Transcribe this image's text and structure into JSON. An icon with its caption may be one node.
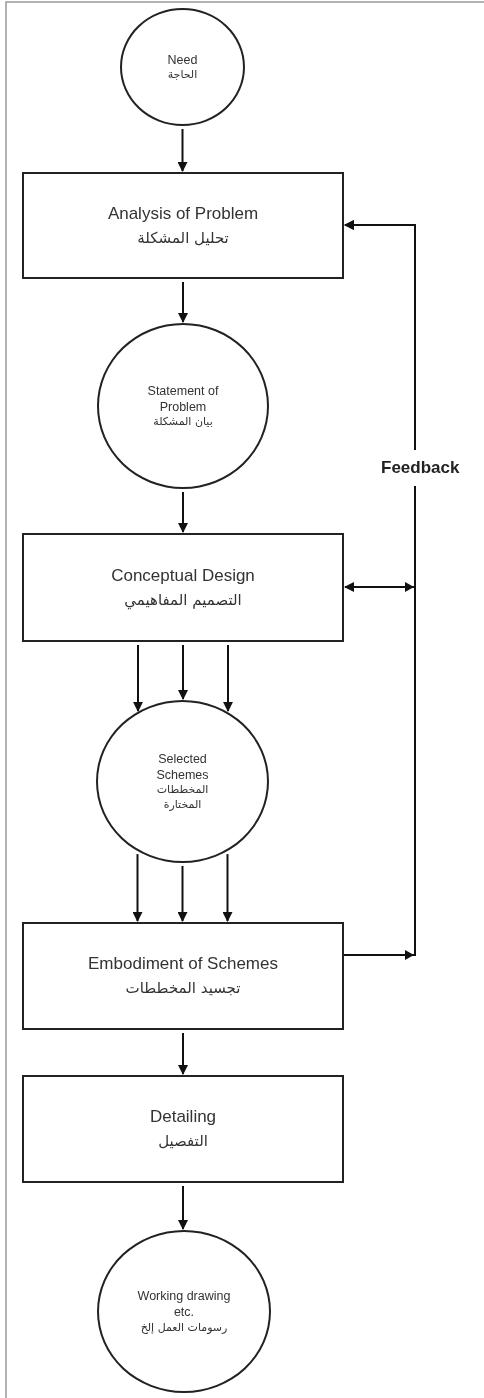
{
  "diagram": {
    "nodes": [
      {
        "text": [
          "Need",
          "الحاجة"
        ]
      },
      {
        "text": [
          "Analysis of Problem",
          "تحليل المشكلة"
        ]
      },
      {
        "text": [
          "Statement of Problem",
          "بيان المشكلة"
        ]
      },
      {
        "text": [
          "Conceptual Design",
          "التصميم المفاهيمي"
        ]
      },
      {
        "text": [
          "Selected Schemes",
          "المخططات المختارة"
        ]
      },
      {
        "text": [
          "Embodiment of Schemes",
          "تجسيد المخططات"
        ]
      },
      {
        "text": [
          "Detailing",
          "التفصيل"
        ]
      },
      {
        "text": [
          "Working drawing etc.",
          "رسومات العمل إلخ"
        ]
      }
    ],
    "edges": [
      {
        "from": 0,
        "to": 1,
        "arrow": "to"
      },
      {
        "from": 1,
        "to": 2,
        "arrow": "to"
      },
      {
        "from": 2,
        "to": 3,
        "arrow": "to"
      },
      {
        "from": 3,
        "to": 4,
        "arrow": "to"
      },
      {
        "from": 3,
        "to": 4,
        "arrow": "to"
      },
      {
        "from": 3,
        "to": 4,
        "arrow": "to"
      },
      {
        "from": 4,
        "to": 5,
        "arrow": "to"
      },
      {
        "from": 4,
        "to": 5,
        "arrow": "to"
      },
      {
        "from": 4,
        "to": 5,
        "arrow": "to"
      },
      {
        "from": 5,
        "to": 6,
        "arrow": "to"
      },
      {
        "from": 6,
        "to": 7,
        "arrow": "to"
      },
      {
        "from": 5,
        "to": 1,
        "arrow": "to",
        "label": "Feedback"
      },
      {
        "from": 3,
        "to": 1,
        "arrow": "both"
      }
    ]
  }
}
